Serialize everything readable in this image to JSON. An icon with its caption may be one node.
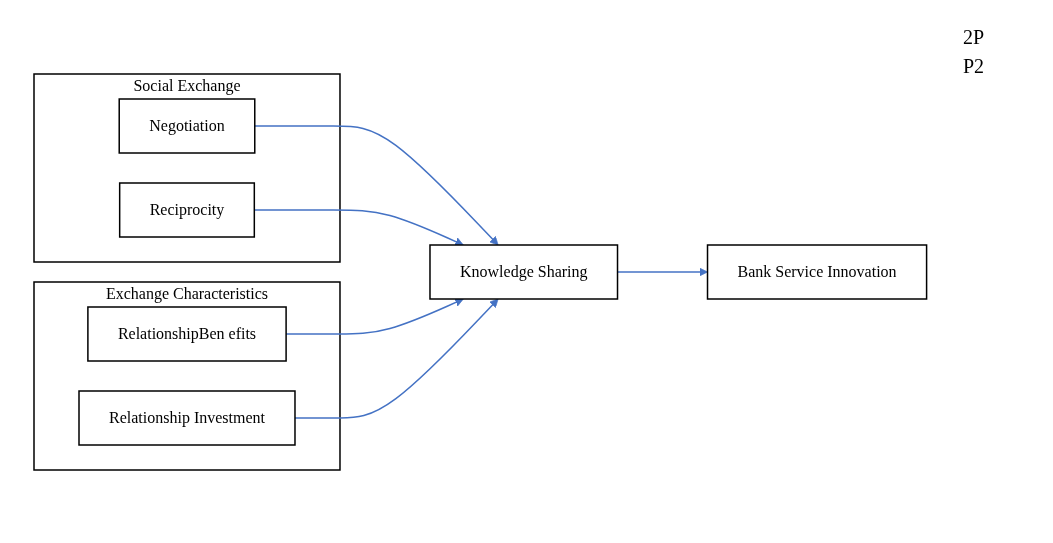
{
  "diagram": {
    "nodes": [
      {
        "text": [
          "Social Exchange"
        ]
      },
      {
        "text": [
          "Negotiation"
        ],
        "in": 0
      },
      {
        "text": [
          "Reciprocity"
        ],
        "in": 0
      },
      {
        "text": [
          "Exchange Characteristics"
        ]
      },
      {
        "text": [
          "RelationshipBen efits"
        ],
        "in": 3
      },
      {
        "text": [
          "Relationship Investment"
        ],
        "in": 3
      },
      {
        "text": [
          "Knowledge Sharing"
        ]
      },
      {
        "text": [
          "Bank Service Innovation"
        ]
      }
    ],
    "edges": [
      {
        "from": 1,
        "to": 6,
        "arrow": "to"
      },
      {
        "from": 2,
        "to": 6,
        "arrow": "to"
      },
      {
        "from": 4,
        "to": 6,
        "arrow": "to"
      },
      {
        "from": 5,
        "to": 6,
        "arrow": "to"
      },
      {
        "from": 6,
        "to": 7,
        "arrow": "to"
      }
    ],
    "labels": [
      "2P",
      "P2"
    ]
  }
}
